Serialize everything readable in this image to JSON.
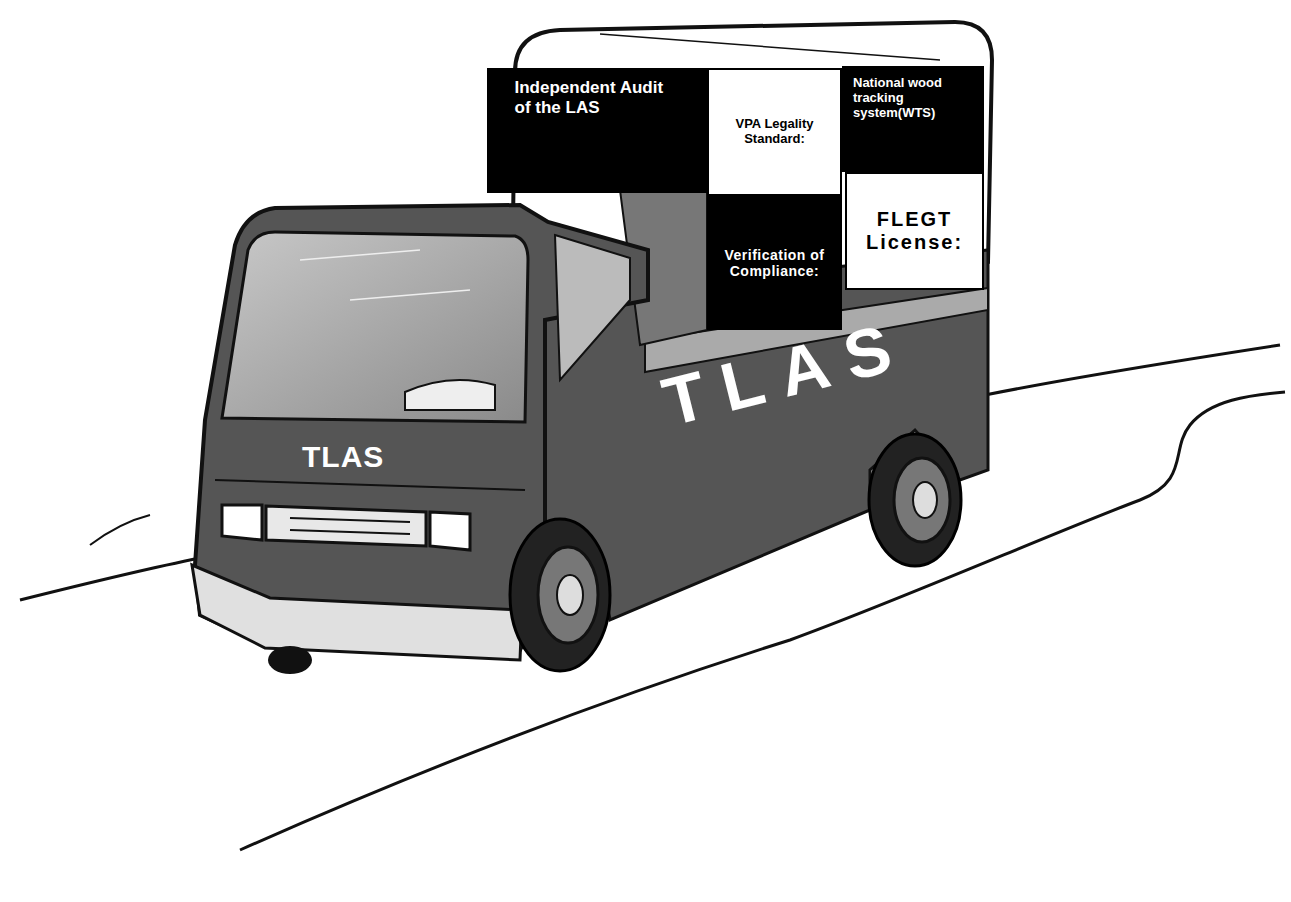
{
  "diagram": {
    "nodes": [
      {
        "text": [
          "Independent Audit of the LAS"
        ]
      },
      {
        "text": [
          "VPA Legality Standard:"
        ]
      },
      {
        "text": [
          "National wood tracking system(WTS)"
        ]
      },
      {
        "text": [
          "Verification of Compliance:"
        ]
      },
      {
        "text": [
          "FLEGT License:"
        ]
      }
    ],
    "labels": [
      "TLAS",
      "TLAS"
    ]
  }
}
